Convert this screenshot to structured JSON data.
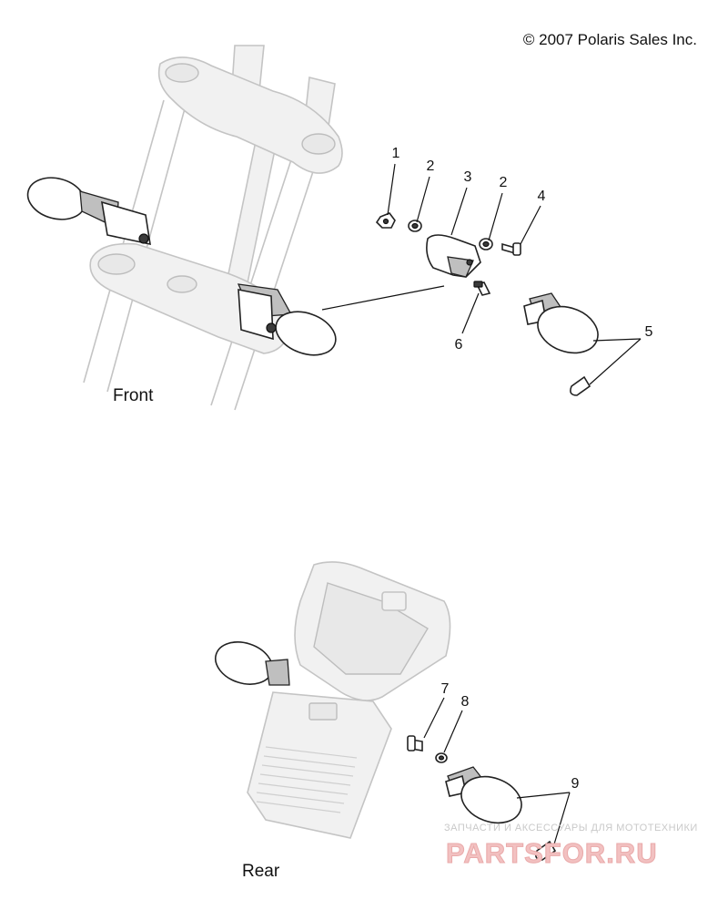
{
  "copyright": "© 2007 Polaris Sales Inc.",
  "sections": {
    "front": "Front",
    "rear": "Rear"
  },
  "callouts": {
    "c1": "1",
    "c2a": "2",
    "c3": "3",
    "c2b": "2",
    "c4": "4",
    "c6": "6",
    "c5": "5",
    "c7": "7",
    "c8": "8",
    "c9": "9"
  },
  "watermark": {
    "tagline": "ЗАПЧАСТИ И АКСЕССУАРЫ ДЛЯ МОТОТЕХНИКИ",
    "logo": "PARTSFOR.RU"
  }
}
